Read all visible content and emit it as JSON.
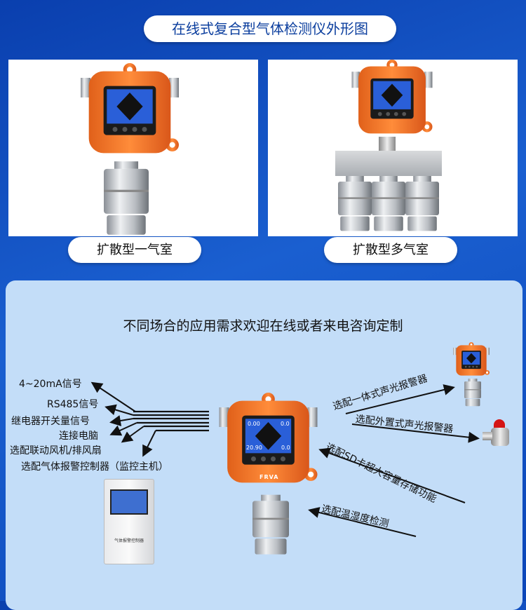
{
  "title": "在线式复合型气体检测仪外形图",
  "products": [
    {
      "label": "扩散型一气室"
    },
    {
      "label": "扩散型多气室"
    }
  ],
  "applications": {
    "heading": "不同场合的应用需求欢迎在线或者来电咨询定制",
    "outputs": [
      "4~20mA信号",
      "RS485信号",
      "继电器开关量信号",
      "连接电脑",
      "选配联动风机/排风扇",
      "选配气体报警控制器（监控主机）"
    ],
    "options": [
      "选配一体式声光报警器",
      "选配外置式声光报警器",
      "选配SD卡超大容量存储功能",
      "选配温湿度检测"
    ],
    "controller_label": "气体报警控制器"
  },
  "device": {
    "brand": "FRVA",
    "readings": [
      "0.00",
      "0.0",
      "20.90",
      "0.0"
    ]
  },
  "colors": {
    "accent": "#f07a2a",
    "background": "#1a5fd0",
    "panel": "#c3ddf8"
  }
}
